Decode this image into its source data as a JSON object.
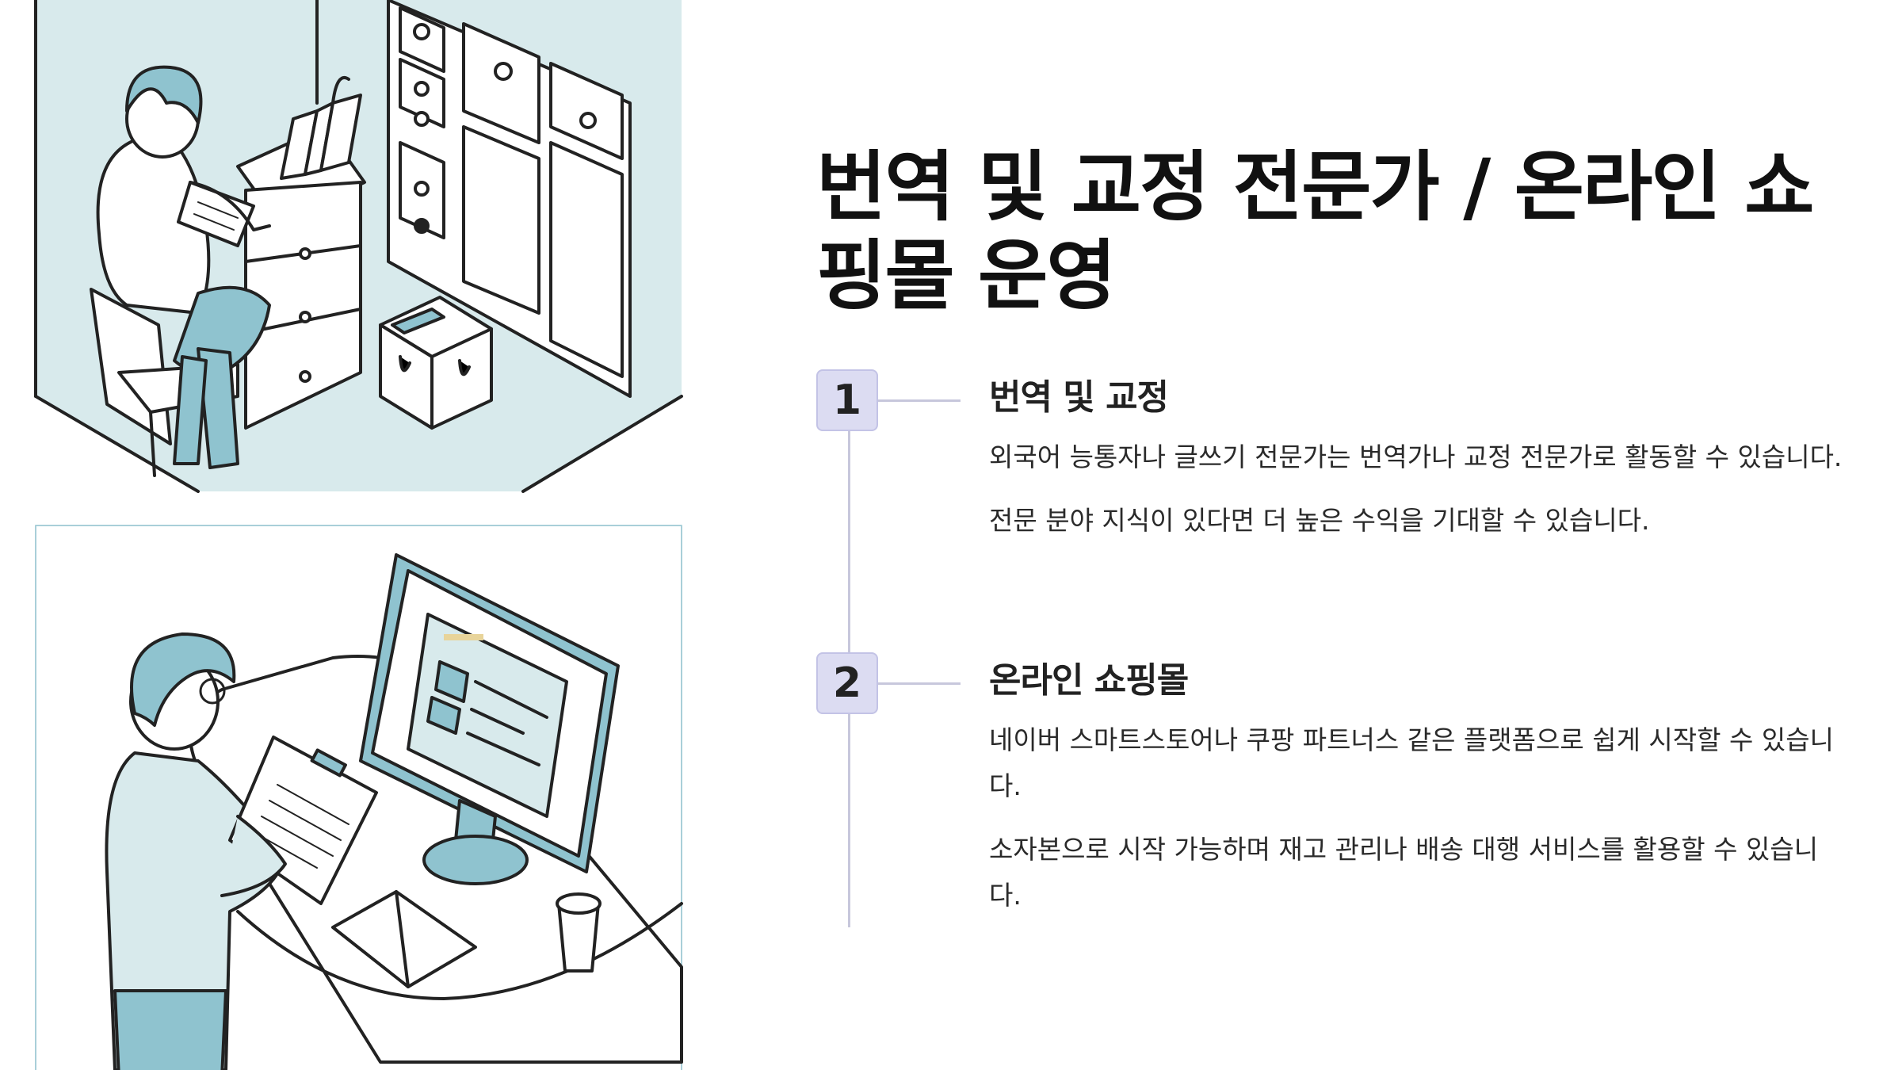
{
  "title": "번역 및 교정 전문가 / 온라인 쇼핑몰 운영",
  "steps": [
    {
      "number": "1",
      "heading": "번역 및 교정",
      "paragraphs": [
        "외국어 능통자나 글쓰기 전문가는 번역가나 교정 전문가로 활동할 수 있습니다.",
        "전문 분야 지식이 있다면 더 높은 수익을 기대할 수 있습니다."
      ]
    },
    {
      "number": "2",
      "heading": "온라인 쇼핑몰",
      "paragraphs": [
        "네이버 스마트스토어나 쿠팡 파트너스 같은 플랫폼으로 쉽게 시작할 수 있습니다.",
        "소자본으로 시작 가능하며 재고 관리나 배송 대행 서비스를 활용할 수 있습니다."
      ]
    }
  ],
  "colors": {
    "accent_teal": "#8fc3cf",
    "wall_light": "#d8eaec",
    "badge_fill": "#dcdcf2",
    "timeline": "#c7c7dc",
    "outline": "#222222"
  },
  "illustrations": [
    "translator-at-desk-illustration",
    "online-shop-operator-illustration"
  ]
}
